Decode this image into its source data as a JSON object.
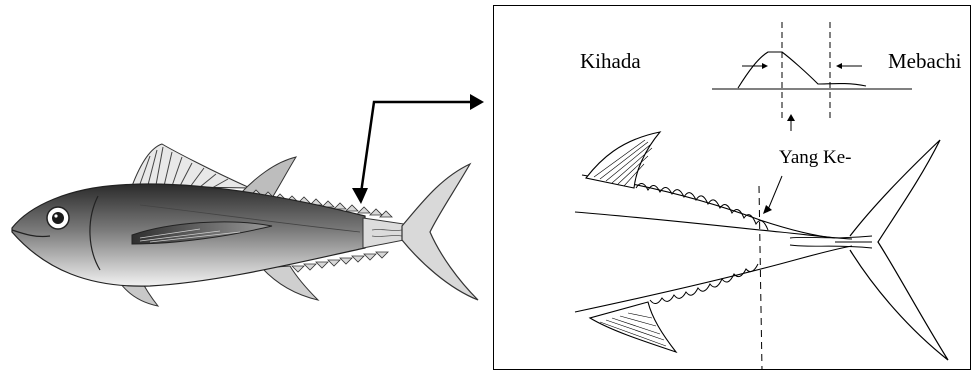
{
  "labels": {
    "kihada": "Kihada",
    "mebachi": "Mebachi",
    "yang_ke": "Yang Ke-"
  },
  "colors": {
    "ink": "#000000",
    "fish_dark": "#3a3a3a",
    "fish_light": "#f4f4f4",
    "tail": "#d9d9d9"
  }
}
